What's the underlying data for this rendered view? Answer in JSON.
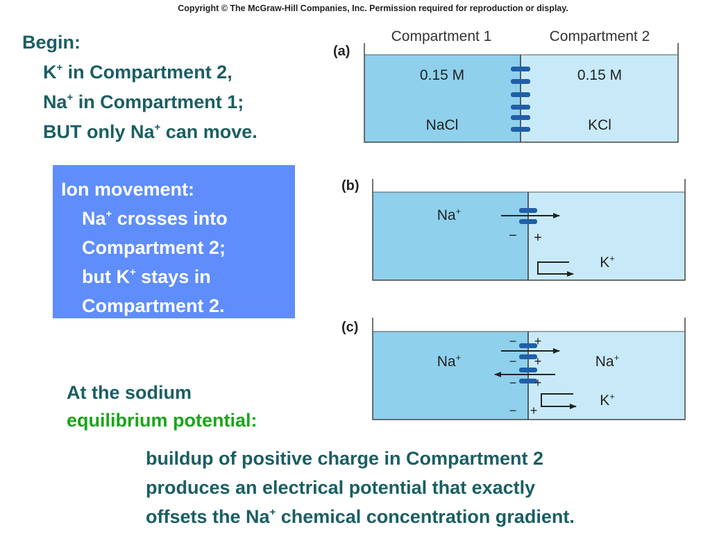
{
  "copyright": "Copyright © The McGraw-Hill Companies, Inc. Permission required for reproduction or display.",
  "begin": {
    "title": "Begin:",
    "line1_ion": "K",
    "line1_sup": "+",
    "line1_rest": " in Compartment 2,",
    "line2_ion": "Na",
    "line2_sup": "+",
    "line2_rest": " in Compartment 1;",
    "line3_pre": "BUT only Na",
    "line3_sup": "+",
    "line3_rest": " can move."
  },
  "ion_box": {
    "title": "Ion movement:",
    "line1_ion": "Na",
    "line1_sup": "+",
    "line1_rest": " crosses into",
    "line2": "Compartment 2;",
    "line3_pre": "but K",
    "line3_sup": "+",
    "line3_rest": " stays in",
    "line4": "Compartment 2."
  },
  "sodium": {
    "line1": "At the sodium",
    "line2": "equilibrium potential:"
  },
  "buildup": {
    "line1": "buildup of positive charge in Compartment 2",
    "line2": "produces an electrical potential that exactly",
    "line3_pre": "offsets the Na",
    "line3_sup": "+",
    "line3_rest": " chemical concentration gradient."
  },
  "figure": {
    "panel_a": {
      "label": "(a)",
      "compartment1_header": "Compartment 1",
      "compartment2_header": "Compartment 2",
      "left_conc": "0.15 M",
      "left_salt": "NaCl",
      "right_conc": "0.15 M",
      "right_salt": "KCl"
    },
    "panel_b": {
      "label": "(b)",
      "na": "Na",
      "na_sup": "+",
      "k": "K",
      "k_sup": "+",
      "minus": "−",
      "plus": "+"
    },
    "panel_c": {
      "label": "(c)",
      "na_left": "Na",
      "na_left_sup": "+",
      "na_right": "Na",
      "na_right_sup": "+",
      "k": "K",
      "k_sup": "+",
      "minus": "−",
      "plus": "+"
    },
    "colors": {
      "left_fluid": "#8fd0ec",
      "right_fluid": "#c8eaf8",
      "channel": "#1f5fa8",
      "ion_box_bg": "#5f8dfc",
      "teal_text": "#1a5e63",
      "green_text": "#1aa51a"
    }
  }
}
